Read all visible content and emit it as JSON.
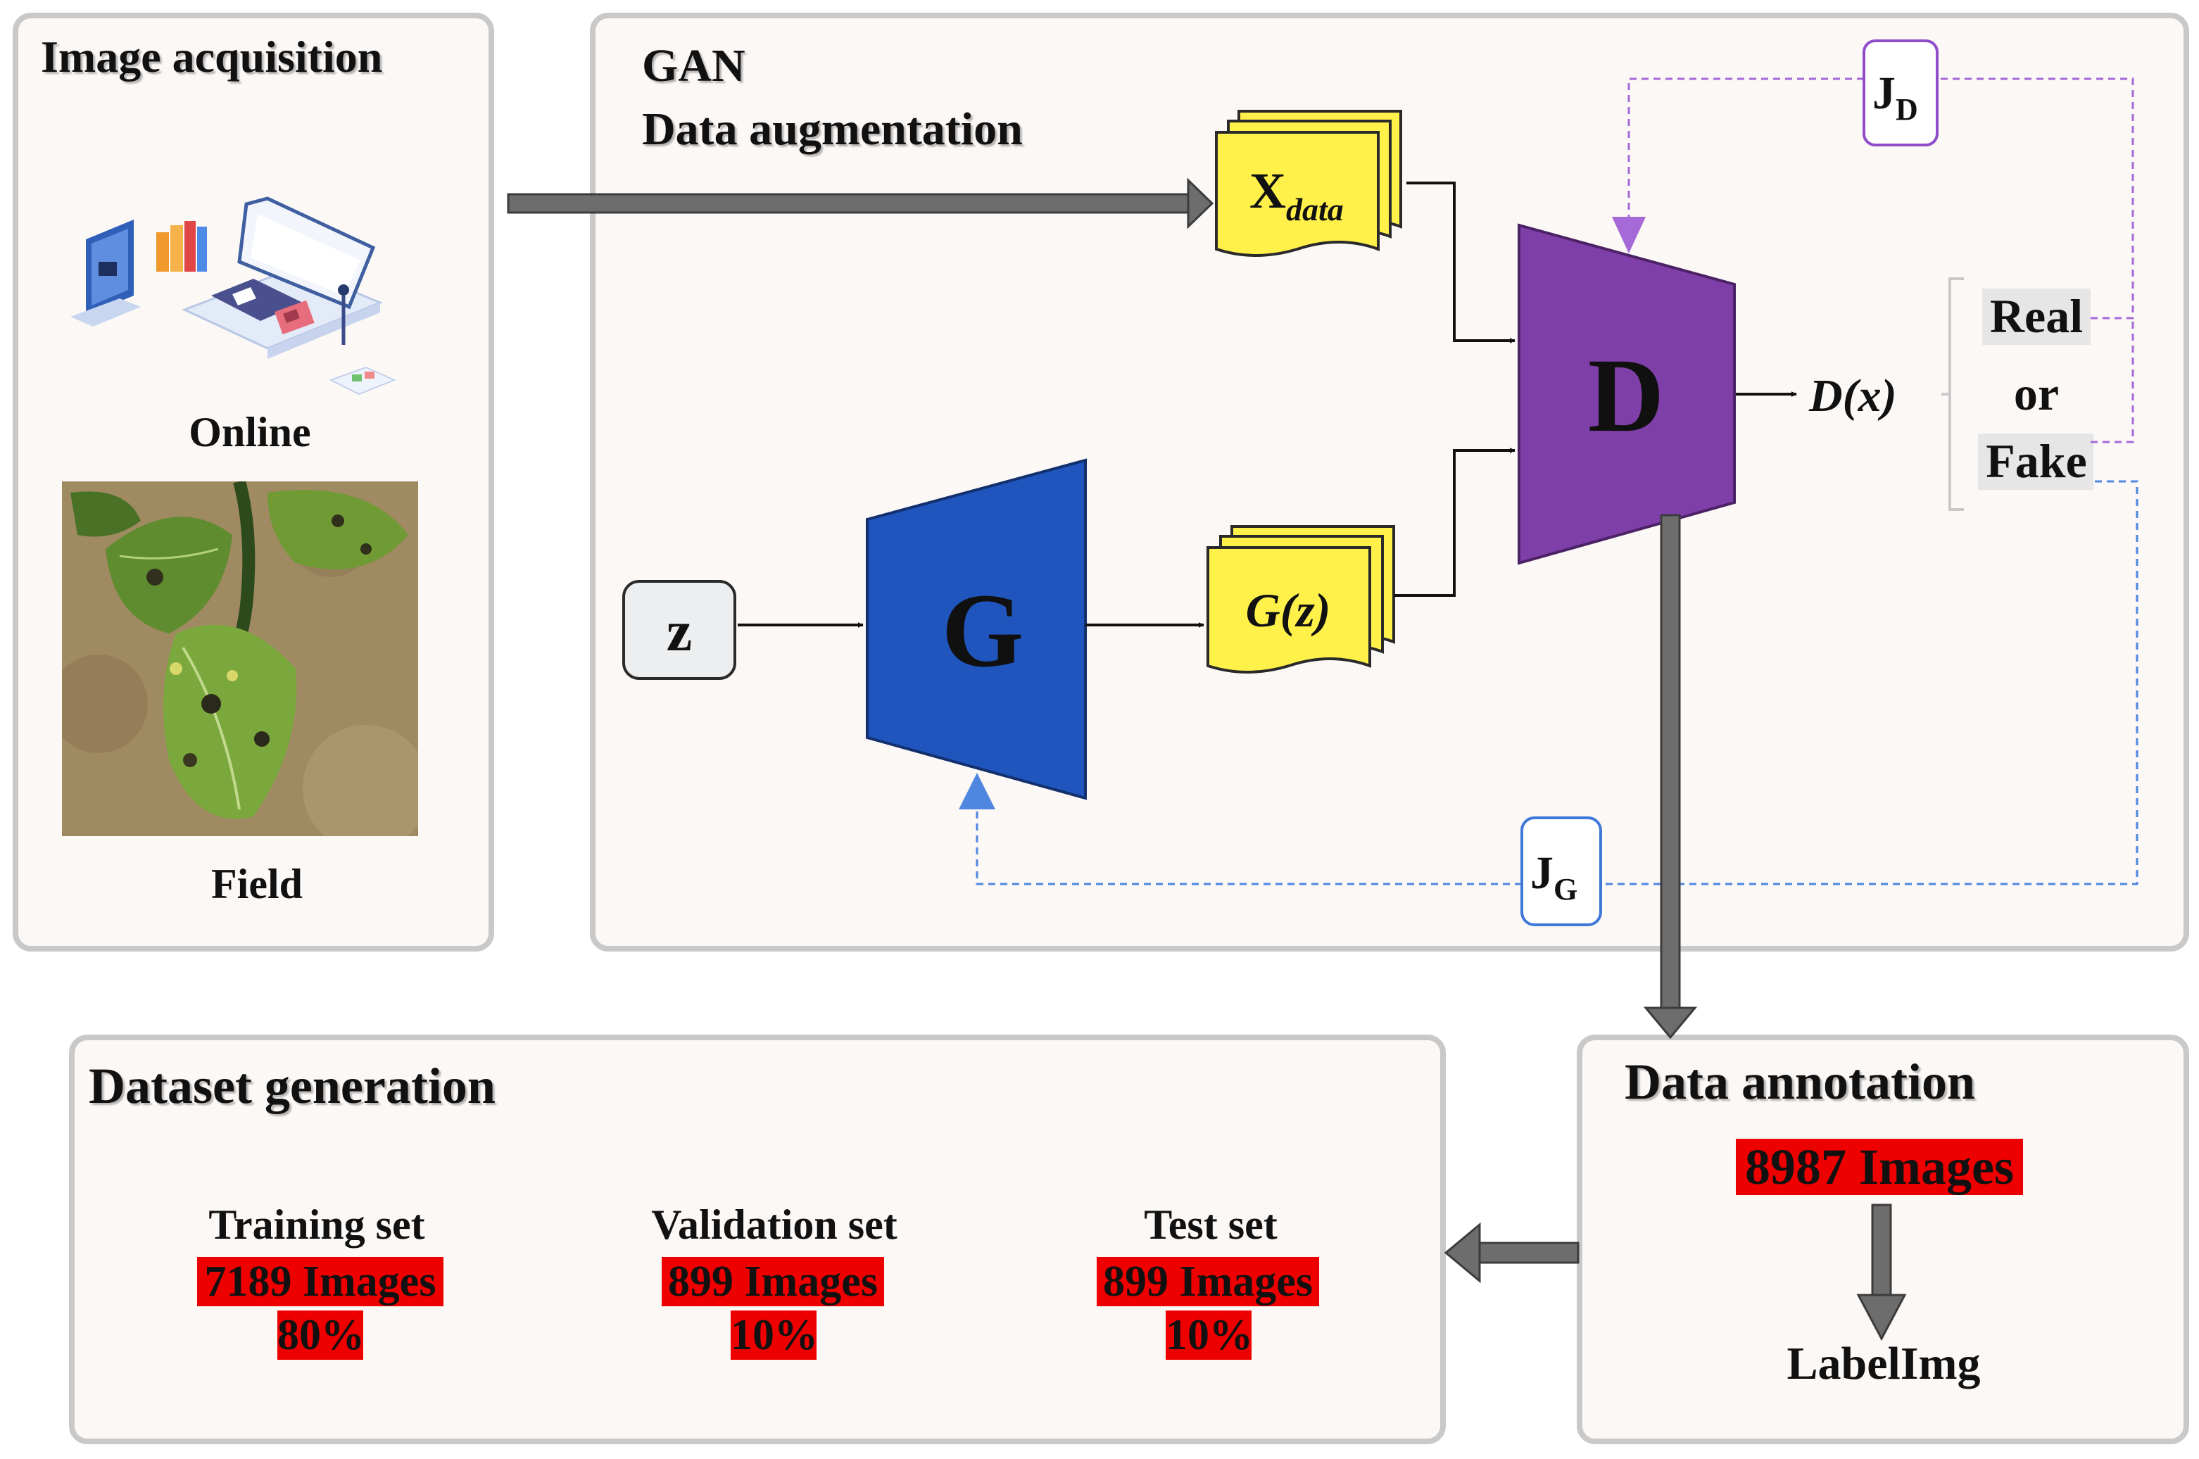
{
  "panels": {
    "acquisition": {
      "title": "Image acquisition",
      "online_label": "Online",
      "field_label": "Field"
    },
    "gan": {
      "title_line1": "GAN",
      "title_line2": "Data augmentation"
    },
    "annotation": {
      "title": "Data annotation",
      "count": "8987 Images",
      "tool": "LabelImg"
    },
    "dataset": {
      "title": "Dataset generation",
      "splits": [
        {
          "name": "Training set",
          "count": "7189 Images",
          "percent": "80%"
        },
        {
          "name": "Validation set",
          "count": "899 Images",
          "percent": "10%"
        },
        {
          "name": "Test set",
          "count": "899 Images",
          "percent": "10%"
        }
      ]
    }
  },
  "gan_nodes": {
    "generator": "G",
    "discriminator": "D",
    "noise": "z",
    "real_data": "X",
    "real_data_sub": "data",
    "generated": "G(z)",
    "output": "D(x)",
    "decision": [
      "Real",
      "or",
      "Fake"
    ],
    "loss_d": "J",
    "loss_d_sub": "D",
    "loss_g": "J",
    "loss_g_sub": "G"
  },
  "colors": {
    "generator": "#1f55bd",
    "discriminator": "#7f3fa8",
    "data_doc": "#fff04a",
    "label_highlight": "#ee0000",
    "panel_bg": "#fbf8f6",
    "panel_border": "#c9c9c9",
    "arrow_big": "#6d6d6d",
    "loss_d_line": "#a569d8",
    "loss_g_line": "#4f86e0"
  },
  "icons": [
    "online-learning-illustration-icon",
    "leaf-field-photo"
  ]
}
